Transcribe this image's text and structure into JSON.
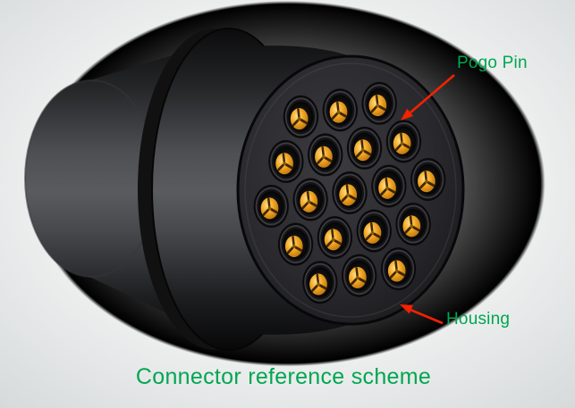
{
  "figure": {
    "caption": "Connector reference scheme",
    "annotations": {
      "pogo_pin_label": "Pogo Pin",
      "housing_label": "Housing"
    },
    "illustration": {
      "pin_count": 19
    },
    "colors": {
      "label_green": "#00a651",
      "arrow_red": "#f52100",
      "pin_gold": "#f2a825",
      "housing_dark": "#1f1f21",
      "background_light": "#e9ebec"
    }
  }
}
